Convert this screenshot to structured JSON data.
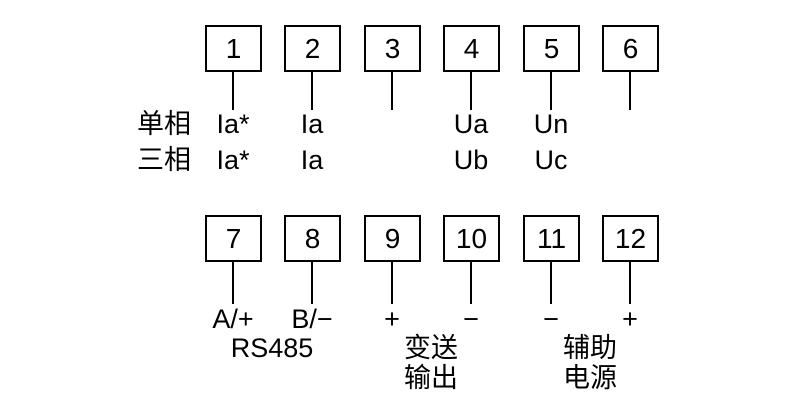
{
  "top": {
    "terminals": [
      {
        "num": "1"
      },
      {
        "num": "2"
      },
      {
        "num": "3"
      },
      {
        "num": "4"
      },
      {
        "num": "5"
      },
      {
        "num": "6"
      }
    ],
    "rows": [
      {
        "label": "单相",
        "values": [
          "Ia*",
          "Ia",
          "",
          "Ua",
          "Un",
          ""
        ]
      },
      {
        "label": "三相",
        "values": [
          "Ia*",
          "Ia",
          "",
          "Ub",
          "Uc",
          ""
        ]
      }
    ]
  },
  "bottom": {
    "terminals": [
      {
        "num": "7",
        "signal": "A/+"
      },
      {
        "num": "8",
        "signal": "B/−"
      },
      {
        "num": "9",
        "signal": "+"
      },
      {
        "num": "10",
        "signal": "−"
      },
      {
        "num": "11",
        "signal": "−"
      },
      {
        "num": "12",
        "signal": "+"
      }
    ],
    "groups": [
      {
        "name": "rs485",
        "lines": [
          "RS485",
          ""
        ]
      },
      {
        "name": "transmit-output",
        "lines": [
          "变送",
          "输出"
        ]
      },
      {
        "name": "aux-power",
        "lines": [
          "辅助",
          "电源"
        ]
      }
    ]
  }
}
